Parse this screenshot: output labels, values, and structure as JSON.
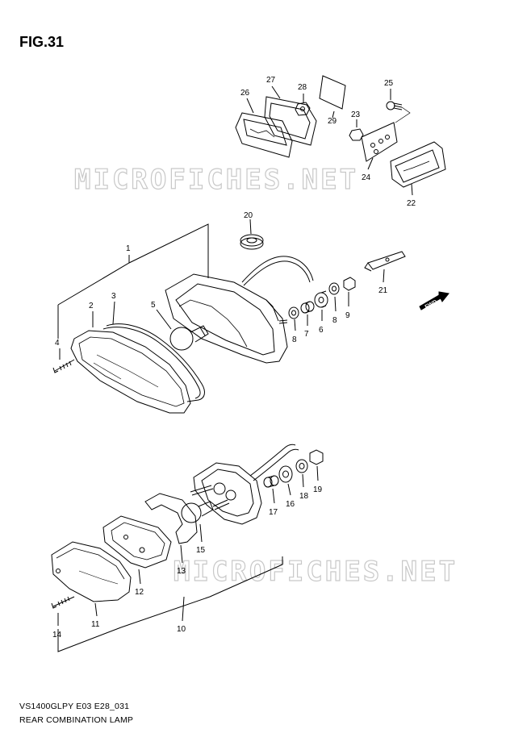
{
  "figure": {
    "title": "FIG.31",
    "model_code": "VS1400GLPY E03 E28_031",
    "caption": "REAR COMBINATION LAMP"
  },
  "watermark": "MICROFICHES.NET",
  "fwd_label": "FWD",
  "callouts": [
    "1",
    "2",
    "3",
    "4",
    "5",
    "6",
    "7",
    "8",
    "8",
    "9",
    "10",
    "11",
    "12",
    "13",
    "14",
    "15",
    "16",
    "17",
    "18",
    "19",
    "20",
    "21",
    "22",
    "23",
    "24",
    "25",
    "26",
    "27",
    "28",
    "29"
  ]
}
